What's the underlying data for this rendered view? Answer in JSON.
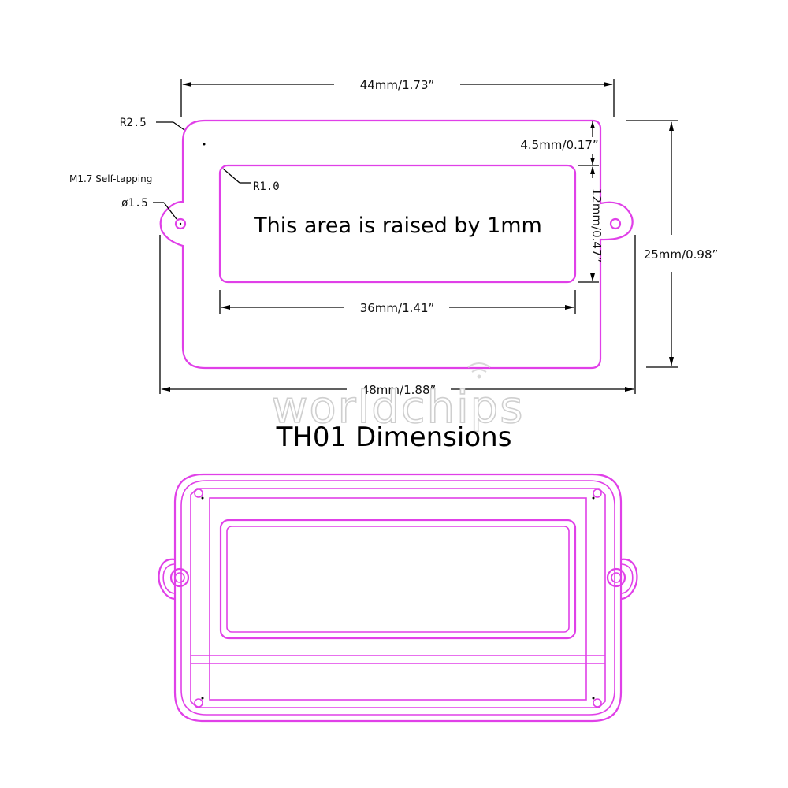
{
  "dimensions": {
    "width_outer_body": "44mm/1.73”",
    "width_with_ears": "48mm/1.88”",
    "height_total": "25mm/0.98”",
    "window_width": "36mm/1.41”",
    "window_height": "12mm/0.47”",
    "top_margin": "4.5mm/0.17”",
    "corner_radius": "R2.5",
    "window_radius": "R1.0",
    "hole_diameter": "ø1.5"
  },
  "notes": {
    "screw": "M1.7 Self-tapping",
    "raised_area": "This area is raised by 1mm"
  },
  "title": "TH01 Dimensions",
  "watermark": "worldchips",
  "colors": {
    "outline": "#e040e8",
    "dimension": "#000000"
  }
}
